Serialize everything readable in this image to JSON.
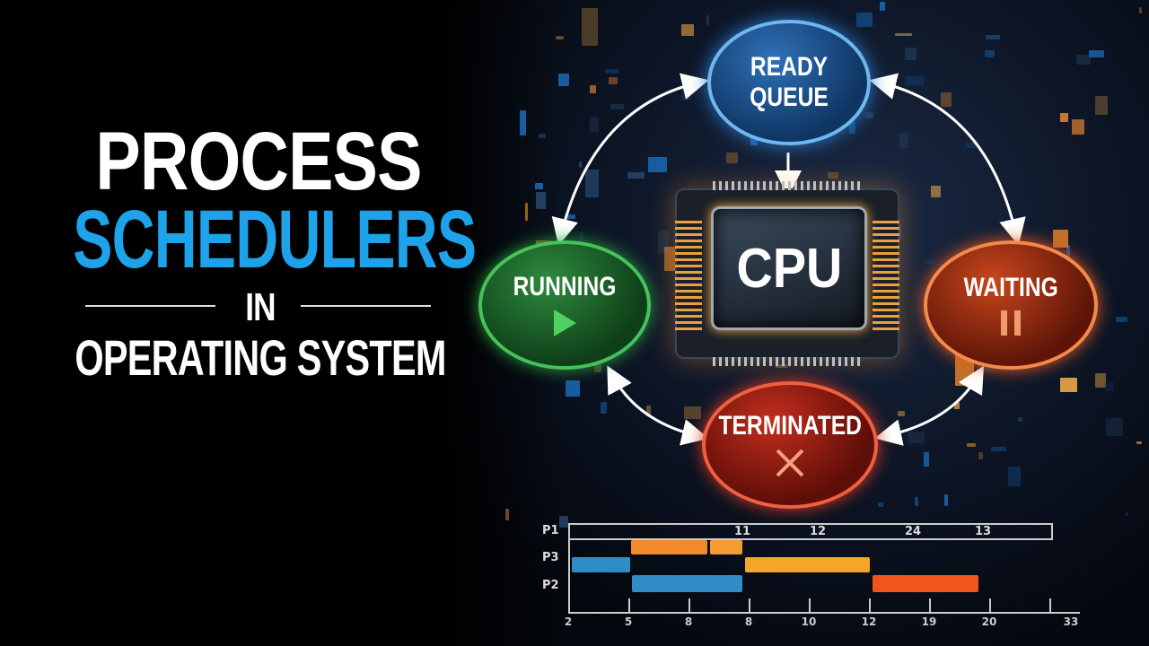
{
  "title": {
    "line1": "PROCESS",
    "line2": "SCHEDULERS",
    "line3": "IN",
    "line4": "OPERATING SYSTEM"
  },
  "colors": {
    "accent": "#1ea3ea",
    "running": "#2e8a3e",
    "waiting": "#c8461c",
    "terminated": "#c22e1e",
    "ready": "#1f5a9c"
  },
  "diagram": {
    "cpu_label": "CPU",
    "nodes": [
      {
        "id": "ready",
        "label": "READY QUEUE",
        "icon": ""
      },
      {
        "id": "running",
        "label": "RUNNING",
        "icon": "play-icon"
      },
      {
        "id": "waiting",
        "label": "WAITING",
        "icon": "pause-icon"
      },
      {
        "id": "terminated",
        "label": "TERMINATED",
        "icon": "x-icon"
      }
    ]
  },
  "gantt": {
    "rows": [
      "P1",
      "P3",
      "P2"
    ],
    "p1_values": [
      "11",
      "12",
      "24",
      "13"
    ],
    "axis_ticks": [
      "2",
      "5",
      "8",
      "8",
      "10",
      "12",
      "19",
      "20",
      "33"
    ],
    "bars": [
      {
        "row": "P3",
        "start": 1.04,
        "end": 2.31,
        "color": "#f08a2a",
        "lane": "upper"
      },
      {
        "row": "P3",
        "start": 2.36,
        "end": 2.9,
        "color": "#f59a35",
        "lane": "upper"
      },
      {
        "row": "P3",
        "start": 0.06,
        "end": 1.03,
        "color": "#2f8cc4",
        "lane": "lower"
      },
      {
        "row": "P3",
        "start": 2.94,
        "end": 5.01,
        "color": "#f5a52a",
        "lane": "lower"
      },
      {
        "row": "P2",
        "start": 1.06,
        "end": 2.9,
        "color": "#2f8cc4",
        "lane": "p2"
      },
      {
        "row": "P2",
        "start": 5.06,
        "end": 6.82,
        "color": "#f2541e",
        "lane": "p2"
      }
    ]
  }
}
